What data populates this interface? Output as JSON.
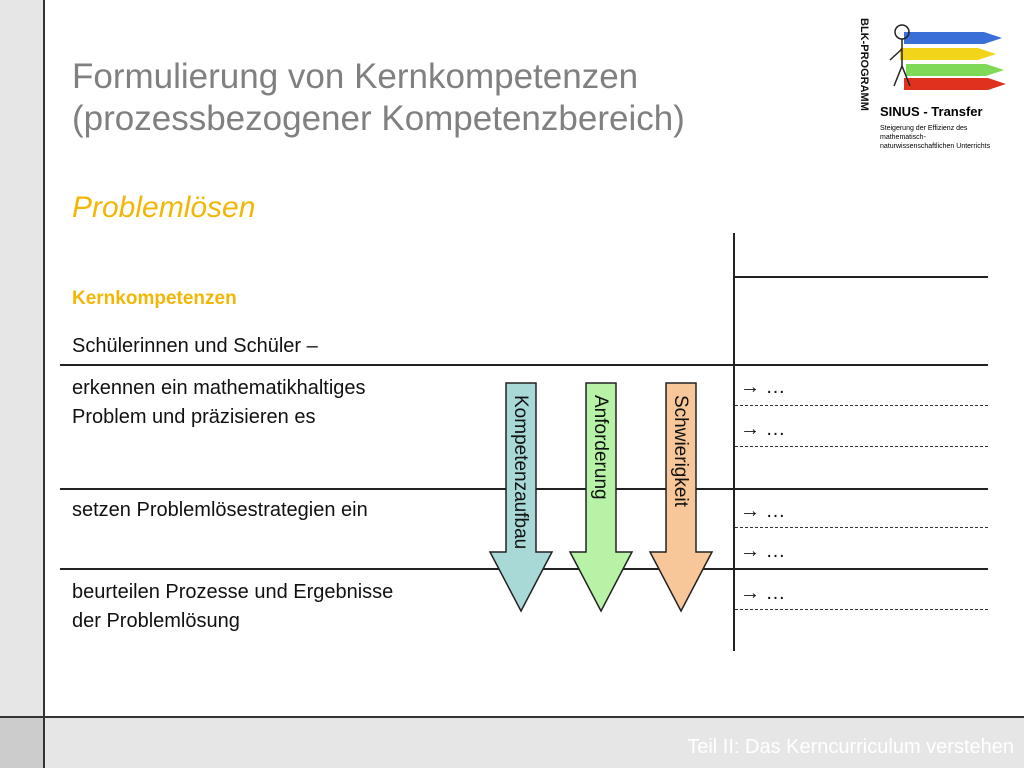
{
  "title": "Formulierung von Kernkompetenzen (prozessbezogener Kompetenzbereich)",
  "subtitle": "Problemlösen",
  "table": {
    "header_label": "Kernkompetenzen",
    "intro": "Schülerinnen und Schüler –",
    "rows": [
      "erkennen ein mathematikhaltiges\nProblem und präzisieren es",
      "setzen Problemlösestrategien ein",
      "beurteilen Prozesse und Ergebnisse\nder Problemlösung"
    ],
    "arrow_marker": "→ …"
  },
  "arrows": [
    {
      "label": "Kompetenzaufbau",
      "color": "#a9d9d6"
    },
    {
      "label": "Anforderung",
      "color": "#b7f2a6"
    },
    {
      "label": "Schwierigkeit",
      "color": "#f7c79a"
    }
  ],
  "logo": {
    "program": "BLK-PROGRAMM",
    "name": "SINUS - Transfer",
    "tagline": "Steigerung der Effizienz des mathematisch-naturwissenschaftlichen Unterrichts"
  },
  "footer": "Teil II: Das Kerncurriculum verstehen"
}
